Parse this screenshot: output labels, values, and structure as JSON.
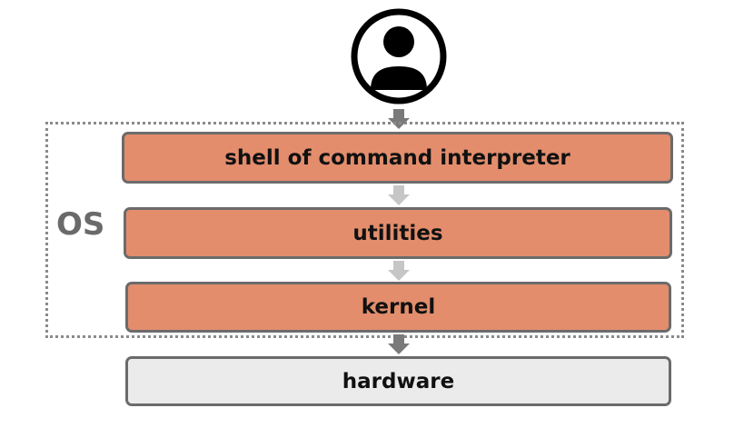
{
  "diagram": {
    "user": {
      "icon": "user-avatar-icon"
    },
    "os_group": {
      "label": "OS"
    },
    "layers": [
      {
        "label": "shell of command interpreter"
      },
      {
        "label": "utilities"
      },
      {
        "label": "kernel"
      }
    ],
    "hardware": {
      "label": "hardware"
    },
    "colors": {
      "os_layer_fill": "#e38d6d",
      "hardware_fill": "#ebebeb",
      "border": "#6b6b6b",
      "outer_arrow": "#7a7a7a",
      "inner_arrow": "#c6c6c6",
      "os_label": "#6a6a6a"
    }
  }
}
